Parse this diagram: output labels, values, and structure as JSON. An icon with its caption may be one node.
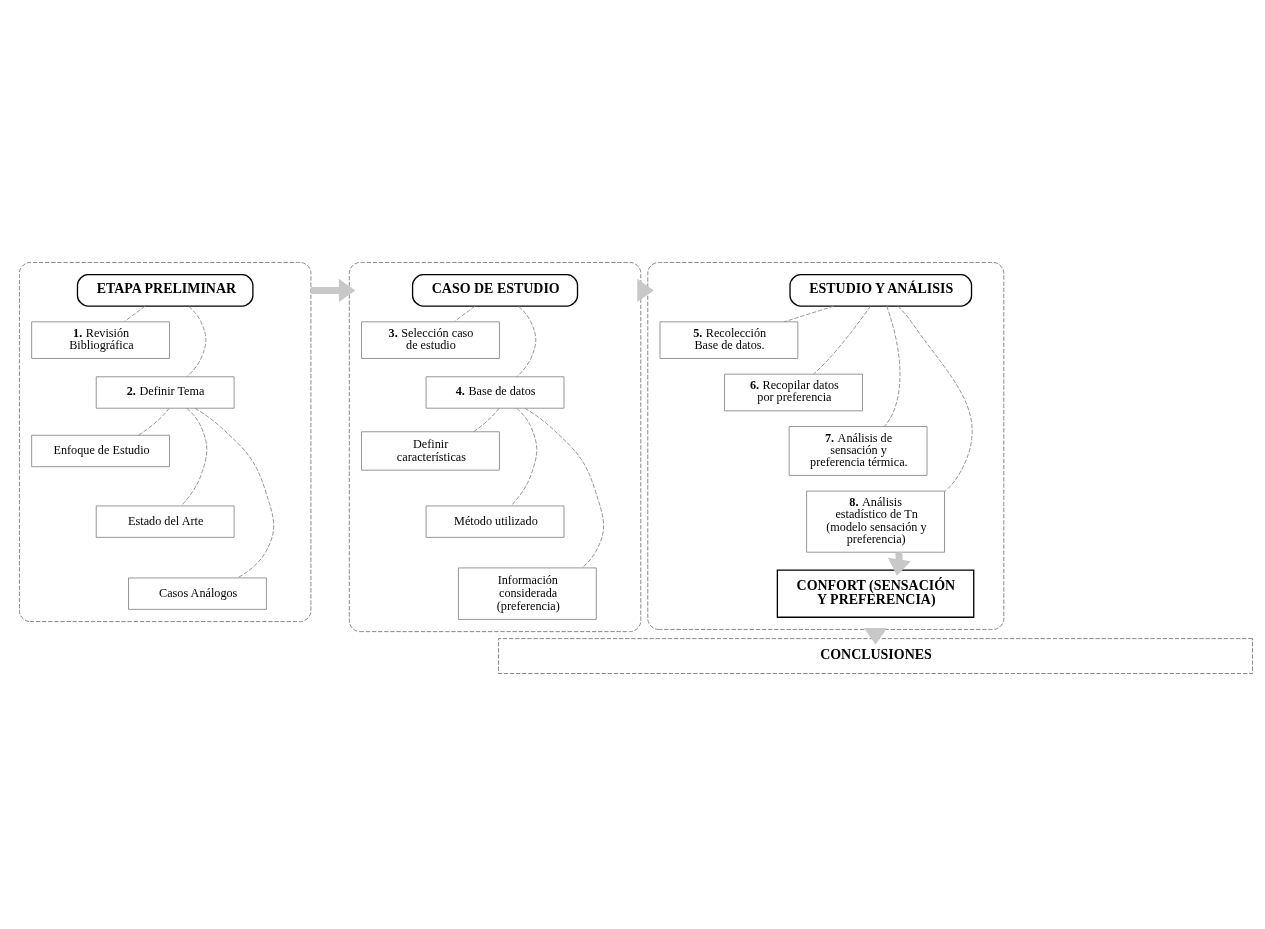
{
  "diagram": {
    "nodes": [
      {
        "text": [],
        "shape": "box"
      },
      {
        "text": [
          "ETAPA PRELIMINAR"
        ],
        "in": 0
      },
      {
        "text": [
          "**1.** Revisión Bibliográfica"
        ],
        "in": 0
      },
      {
        "text": [
          "**2.** Definir Tema"
        ],
        "in": 0
      },
      {
        "text": [
          "Enfoque de Estudio"
        ],
        "in": 0
      },
      {
        "text": [
          "Estado del Arte"
        ],
        "in": 0
      },
      {
        "text": [
          "Casos Análogos"
        ],
        "in": 0
      },
      {
        "text": [],
        "shape": "box"
      },
      {
        "text": [
          "CASO DE ESTUDIO"
        ],
        "in": 7
      },
      {
        "text": [
          "**3.** Selección caso de estudio"
        ],
        "in": 7
      },
      {
        "text": [
          "**4.** Base de datos"
        ],
        "in": 7
      },
      {
        "text": [
          "Definir características"
        ],
        "in": 7
      },
      {
        "text": [
          "Método utilizado"
        ],
        "in": 7
      },
      {
        "text": [
          "Información considerada (preferencia)"
        ],
        "in": 7
      },
      {
        "text": [],
        "shape": "box"
      },
      {
        "text": [
          "ESTUDIO Y ANÁLISIS"
        ],
        "in": 14
      },
      {
        "text": [
          "**5.** Recolección Base de datos."
        ],
        "in": 14
      },
      {
        "text": [
          "**6.** Recopilar datos por preferencia"
        ],
        "in": 14
      },
      {
        "text": [
          "**7.** Análisis de sensación y preferencia térmica."
        ],
        "in": 14
      },
      {
        "text": [
          "**8.** Análisis estadístico de Tn (modelo sensación y preferencia)"
        ],
        "in": 14
      },
      {
        "text": [
          "CONFORT (SENSACIÓN Y PREFERENCIA)"
        ],
        "in": 14
      },
      {
        "text": [
          "CONCLUSIONES"
        ]
      }
    ],
    "edges": [
      {
        "from": 1,
        "to": 2,
        "arrow": "none",
        "style": "dashed"
      },
      {
        "from": 1,
        "to": 3,
        "arrow": "none",
        "style": "dashed"
      },
      {
        "from": 3,
        "to": 4,
        "arrow": "none",
        "style": "dashed"
      },
      {
        "from": 3,
        "to": 5,
        "arrow": "none",
        "style": "dashed"
      },
      {
        "from": 3,
        "to": 6,
        "arrow": "none",
        "style": "dashed"
      },
      {
        "from": 8,
        "to": 9,
        "arrow": "none",
        "style": "dashed"
      },
      {
        "from": 8,
        "to": 10,
        "arrow": "none",
        "style": "dashed"
      },
      {
        "from": 10,
        "to": 11,
        "arrow": "none",
        "style": "dashed"
      },
      {
        "from": 10,
        "to": 12,
        "arrow": "none",
        "style": "dashed"
      },
      {
        "from": 10,
        "to": 13,
        "arrow": "none",
        "style": "dashed"
      },
      {
        "from": 15,
        "to": 16,
        "arrow": "none",
        "style": "dashed"
      },
      {
        "from": 15,
        "to": 17,
        "arrow": "none",
        "style": "dashed"
      },
      {
        "from": 15,
        "to": 18,
        "arrow": "none",
        "style": "dashed"
      },
      {
        "from": 15,
        "to": 19,
        "arrow": "none",
        "style": "dashed"
      },
      {
        "from": 19,
        "to": 20,
        "arrow": "to",
        "style": "thick",
        "color": "#c8c8c8"
      },
      {
        "from": 0,
        "to": 7,
        "arrow": "to",
        "style": "thick",
        "color": "#c8c8c8"
      },
      {
        "from": 7,
        "to": 14,
        "arrow": "to",
        "style": "thick",
        "color": "#c8c8c8"
      },
      {
        "from": 14,
        "to": 21,
        "arrow": "to",
        "style": "thick",
        "color": "#c8c8c8"
      }
    ]
  }
}
